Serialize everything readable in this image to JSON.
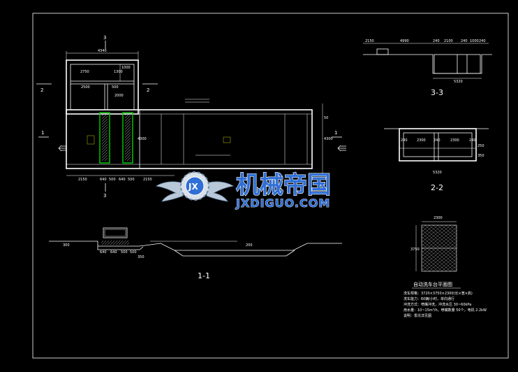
{
  "plan_labels": {
    "sec3_top": "3",
    "sec3_bottom": "3",
    "sec2_left": "2",
    "sec2_right": "2",
    "sec1_left": "1",
    "sec1_right": "1",
    "dim_top_total": "4340",
    "dim_right_1": "4300",
    "dim_right_2": "4300",
    "dim_right_3": "50",
    "dim_bottom_1": "2150",
    "dim_bottom_2": "640",
    "dim_bottom_3": "500",
    "dim_bottom_4": "640",
    "dim_bottom_5": "500",
    "dim_bottom_6": "2150",
    "dim_inner_1": "2750",
    "dim_inner_2": "1300",
    "dim_inner_3": "2000",
    "dim_inner_4": "2500",
    "dim_inner_5": "500",
    "dim_inner_6": "1000"
  },
  "section_titles": {
    "s11": "1-1",
    "s22": "2-2",
    "s33": "3-3"
  },
  "sec33_dims": [
    "2150",
    "4990",
    "240",
    "2100",
    "240",
    "1000",
    "240",
    "5320"
  ],
  "sec22_dims": [
    "240",
    "2300",
    "240",
    "2300",
    "240",
    "5320",
    "250",
    "350"
  ],
  "sec11_dims": [
    "640",
    "640",
    "500",
    "500",
    "350",
    "300",
    "200"
  ],
  "platform": {
    "title": "自动洗车台平面图",
    "dim_w": "2300",
    "dim_h": "3750",
    "notes": [
      "洗车规格：3720×3750×2300(长×宽×高)",
      "洗车能力：60辆/小时，单向通行",
      "冲洗方式：喷嘴冲洗，冲洗水压 30~60kPa",
      "用水量：10~15m³/h，喷嘴数量 50个，电机 2.2kW",
      "说明：泵坑详见图"
    ]
  },
  "watermark": {
    "brand": "机械帝国",
    "url": "JXDIGUO.COM",
    "badge": "JX"
  }
}
